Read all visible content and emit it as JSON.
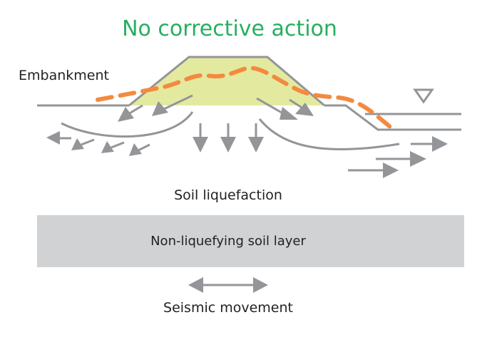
{
  "title": "No corrective action",
  "labels": {
    "embankment": "Embankment",
    "soil_liquefaction": "Soil liquefaction",
    "non_liquefying_layer": "Non-liquefying soil layer",
    "seismic_movement": "Seismic movement"
  },
  "colors": {
    "title_green": "#27ae5f",
    "embankment_fill": "#e3ea9f",
    "ground_lines": "#939598",
    "slip_surface": "#f48a3f",
    "soil_layer": "#d1d2d4",
    "text": "#231f20"
  },
  "symbols": {
    "water_level": "water-level-triangle"
  }
}
